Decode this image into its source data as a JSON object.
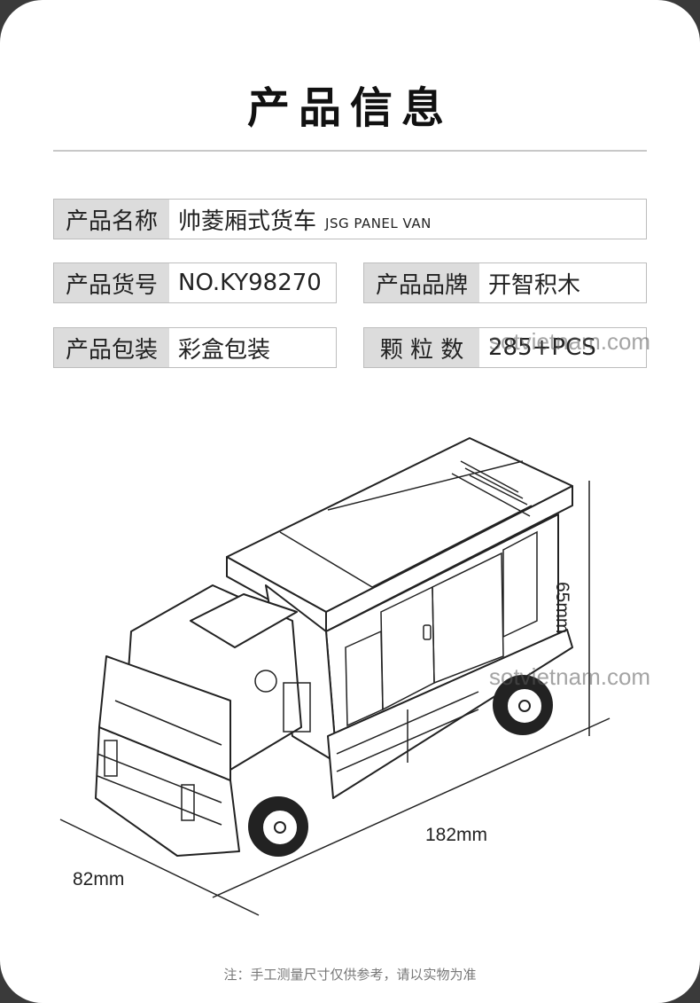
{
  "title": "产品信息",
  "info": {
    "name_label": "产品名称",
    "name_value": "帅菱厢式货车",
    "name_en": "JSG PANEL VAN",
    "sku_label": "产品货号",
    "sku_value": "NO.KY98270",
    "brand_label": "产品品牌",
    "brand_value": "开智积木",
    "pack_label": "产品包装",
    "pack_value": "彩盒包装",
    "count_label": "颗 粒 数",
    "count_value": "285+PCS"
  },
  "dimensions": {
    "height": "65mm",
    "length": "182mm",
    "width": "82mm"
  },
  "watermark": "sotvietnam.com",
  "note": "注：手工测量尺寸仅供参考，请以实物为准",
  "colors": {
    "label_bg": "#dcdcdc",
    "border": "#bdbdbd",
    "outer_bg": "#3a3a3a"
  }
}
